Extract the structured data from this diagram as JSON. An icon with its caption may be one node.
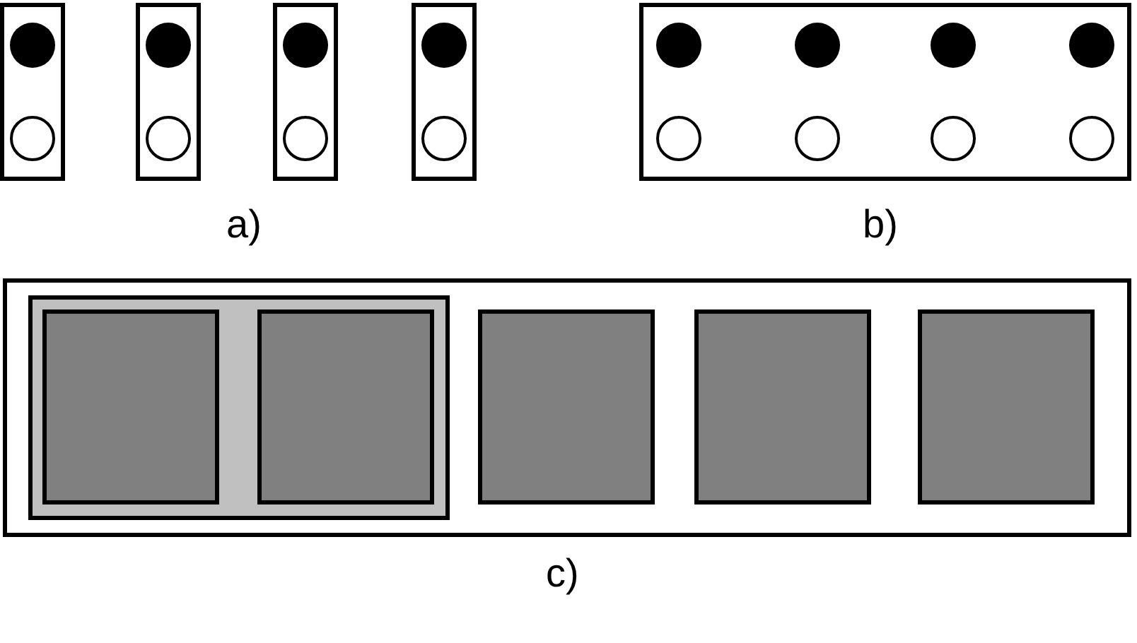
{
  "diagram": {
    "nodes": [
      {
        "text": [],
        "shape": "box"
      },
      {
        "text": [],
        "shape": "circle",
        "in": 0
      },
      {
        "text": [],
        "shape": "circle",
        "in": 0
      },
      {
        "text": [],
        "shape": "box"
      },
      {
        "text": [],
        "shape": "circle",
        "in": 3
      },
      {
        "text": [],
        "shape": "circle",
        "in": 3
      },
      {
        "text": [],
        "shape": "box"
      },
      {
        "text": [],
        "shape": "circle",
        "in": 6
      },
      {
        "text": [],
        "shape": "circle",
        "in": 6
      },
      {
        "text": [],
        "shape": "box"
      },
      {
        "text": [],
        "shape": "circle",
        "in": 9
      },
      {
        "text": [],
        "shape": "circle",
        "in": 9
      },
      {
        "text": [],
        "shape": "box"
      },
      {
        "text": [],
        "shape": "circle",
        "in": 12
      },
      {
        "text": [],
        "shape": "circle",
        "in": 12
      },
      {
        "text": [],
        "shape": "circle",
        "in": 12
      },
      {
        "text": [],
        "shape": "circle",
        "in": 12
      },
      {
        "text": [],
        "shape": "circle",
        "in": 12
      },
      {
        "text": [],
        "shape": "circle",
        "in": 12
      },
      {
        "text": [],
        "shape": "circle",
        "in": 12
      },
      {
        "text": [],
        "shape": "circle",
        "in": 12
      },
      {
        "text": [],
        "shape": "box"
      },
      {
        "text": [],
        "shape": "box",
        "in": 21
      },
      {
        "text": [],
        "shape": "box",
        "in": 22
      },
      {
        "text": [],
        "shape": "box",
        "in": 22
      },
      {
        "text": [],
        "shape": "box",
        "in": 21
      },
      {
        "text": [],
        "shape": "box",
        "in": 21
      },
      {
        "text": [],
        "shape": "box",
        "in": 21
      }
    ],
    "edges": [],
    "labels": [
      "a)",
      "b)",
      "c)"
    ]
  }
}
